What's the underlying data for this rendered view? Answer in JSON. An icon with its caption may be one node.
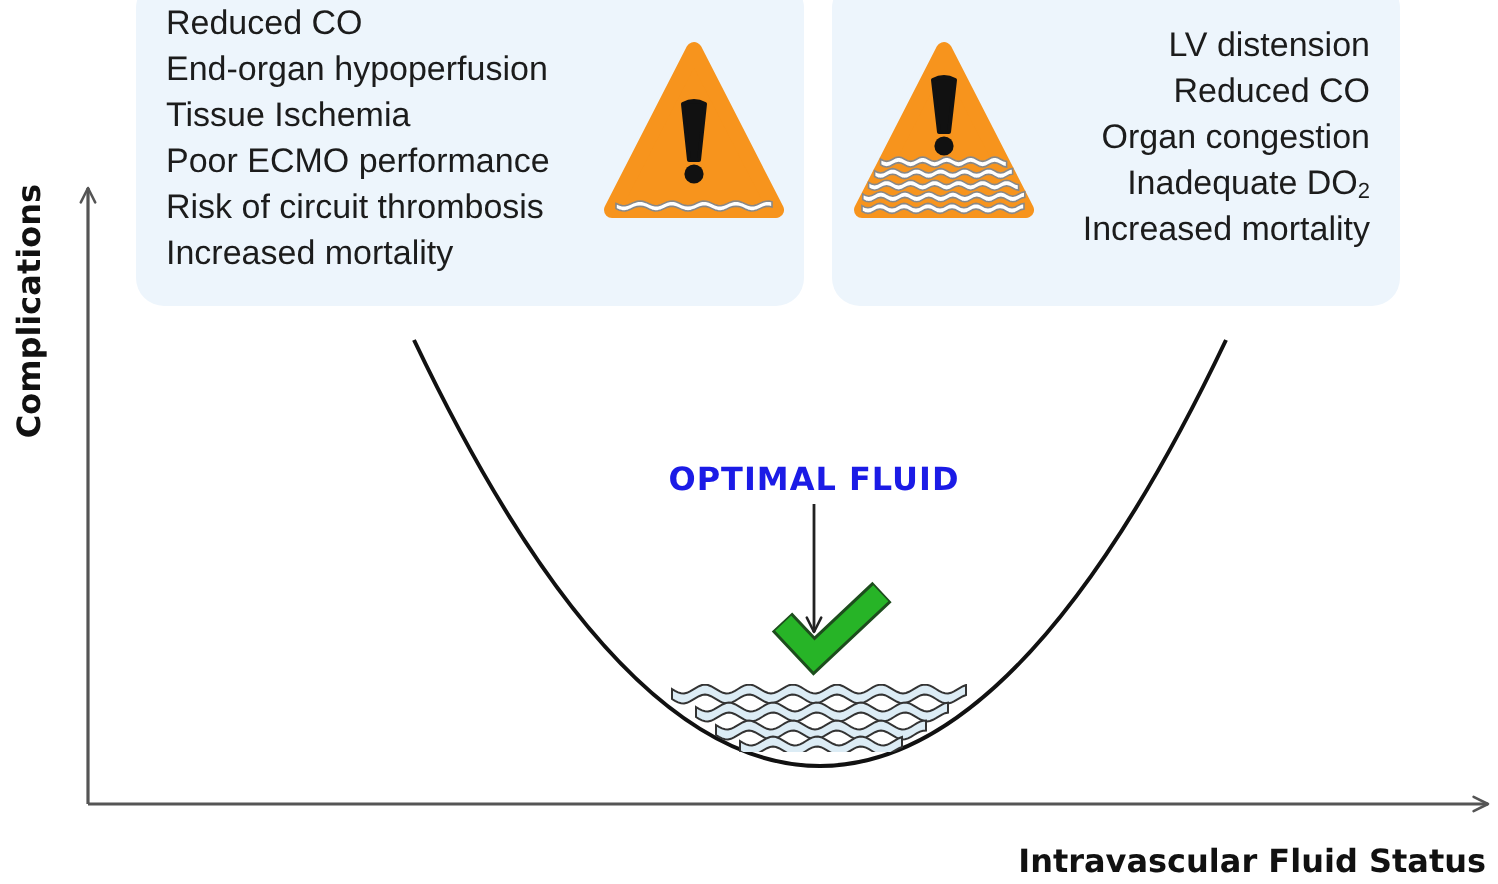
{
  "diagram": {
    "nodes": [
      {
        "text": [
          "Reduced CO",
          "End-organ hypoperfusion",
          "Tissue Ischemia",
          "Poor ECMO performance",
          "Risk of circuit thrombosis",
          "Increased mortality"
        ]
      },
      {
        "text": [
          "LV distension",
          "Reduced CO",
          "Organ congestion",
          "Inadequate DO$_{2}$",
          "Increased mortality"
        ]
      },
      {
        "text": [
          "OPTIMAL FLUID"
        ]
      },
      {
        "text": [],
        "shape": "picture"
      }
    ],
    "edges": [
      {
        "from": 2,
        "to": 3,
        "arrow": "to"
      }
    ],
    "labels": [
      "Complications",
      "Intravascular Fluid Status"
    ]
  }
}
